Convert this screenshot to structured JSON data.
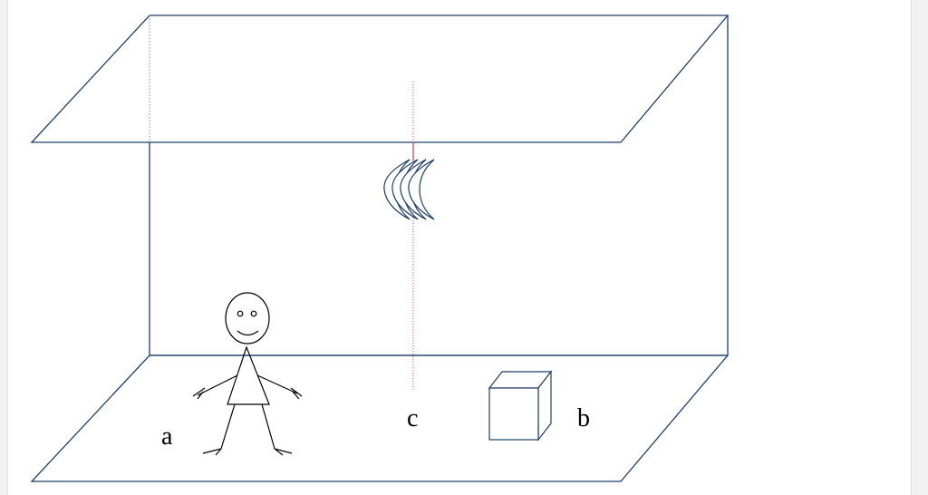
{
  "labels": {
    "a": "a",
    "b": "b",
    "c": "c"
  },
  "colors": {
    "line": "#1f3f66",
    "dotted_axis": "#c06070",
    "figure": "#000000"
  }
}
